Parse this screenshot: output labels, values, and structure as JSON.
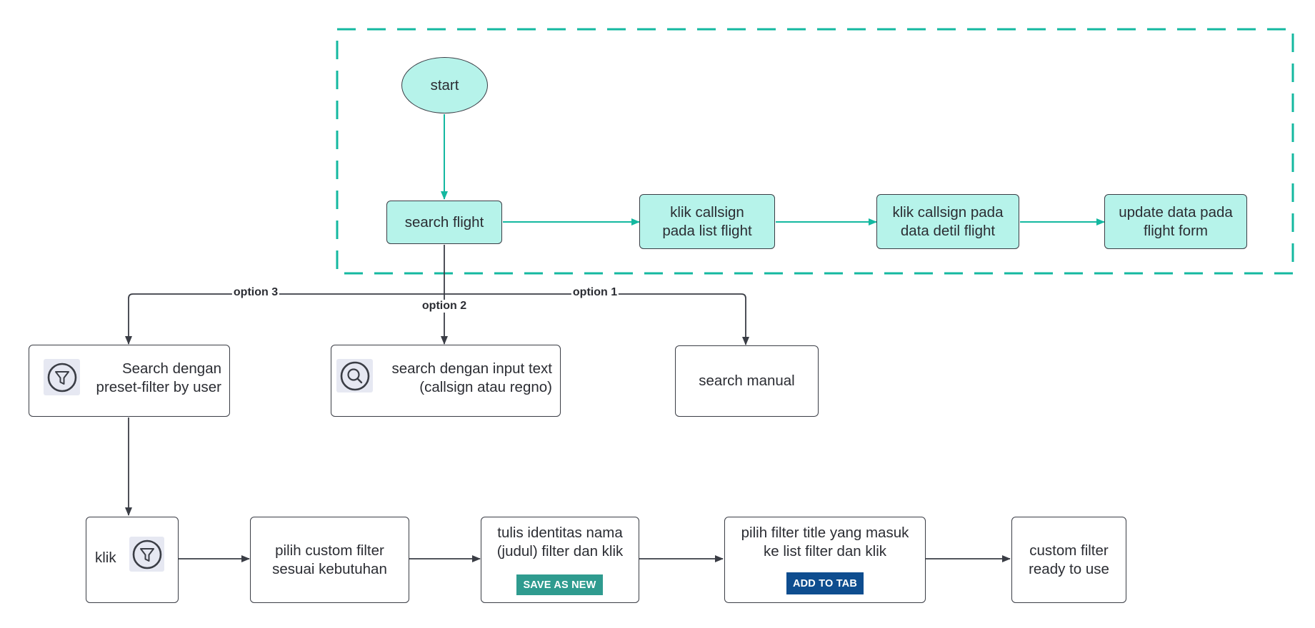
{
  "colors": {
    "teal_fill": "#b6f3ea",
    "teal_line": "#14b8a0",
    "dark_line": "#3a3d45",
    "save_button": "#2f9b8f",
    "add_button": "#0e4d8f"
  },
  "nodes": {
    "start": "start",
    "search_flight": "search flight",
    "klik_callsign_list": "klik callsign\npada list flight",
    "klik_callsign_detail": "klik callsign pada\ndata detil flight",
    "update_data": "update data pada\nflight form",
    "search_preset": "Search dengan\npreset-filter by user",
    "search_input": "search dengan input text\n(callsign atau regno)",
    "search_manual": "search manual",
    "klik": "klik",
    "pilih_custom": "pilih custom filter\nsesuai kebutuhan",
    "tulis_identitas": "tulis identitas nama\n(judul) filter dan klik",
    "pilih_filter_title": "pilih filter title yang masuk\nke list filter dan klik",
    "custom_ready": "custom filter\nready to use"
  },
  "buttons": {
    "save_as_new": "SAVE AS NEW",
    "add_to_tab": "ADD TO TAB"
  },
  "edge_labels": {
    "option1": "option 1",
    "option2": "option 2",
    "option3": "option 3"
  },
  "icons": {
    "preset_filter": "filter-icon",
    "search_input": "search-icon",
    "klik": "filter-icon"
  }
}
